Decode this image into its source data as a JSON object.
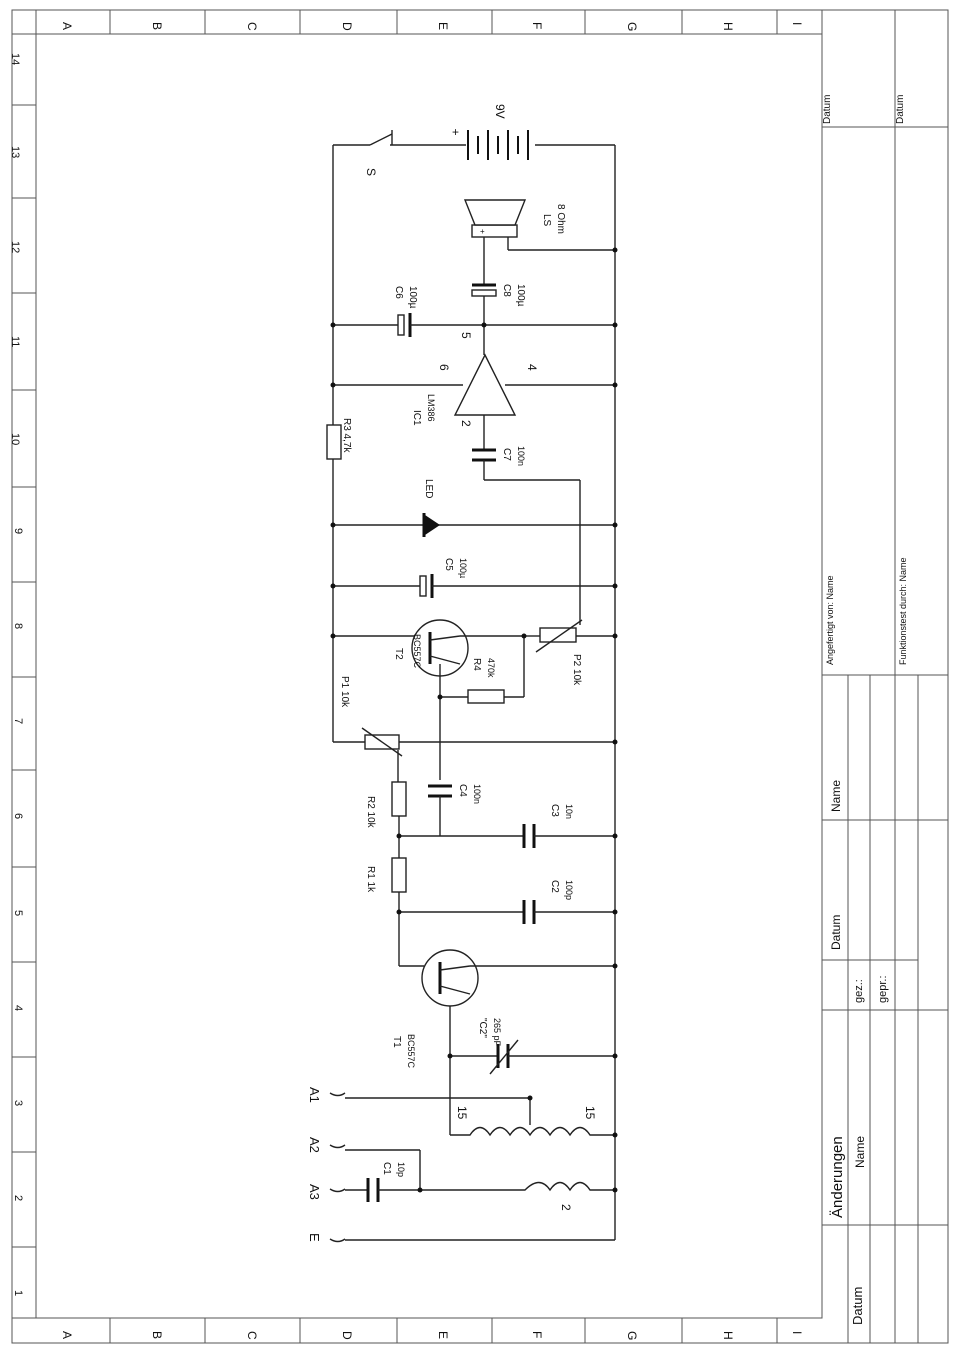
{
  "frame": {
    "columns": [
      "A",
      "B",
      "C",
      "D",
      "E",
      "F",
      "G",
      "H",
      "I"
    ],
    "rows": [
      "1",
      "2",
      "3",
      "4",
      "5",
      "6",
      "7",
      "8",
      "9",
      "10",
      "11",
      "12",
      "13",
      "14"
    ]
  },
  "components": {
    "battery": "9V",
    "battery_plus": "+",
    "switch": "S",
    "ls_name": "LS",
    "ls_value": "8 Ohm",
    "c6": "C6",
    "c6_value": "100µ",
    "c8": "C8",
    "c8_value": "100µ",
    "ic1": "IC1",
    "ic1_type": "LM386",
    "pin5": "5",
    "pin6": "6",
    "pin4": "4",
    "pin2": "2",
    "c7": "C7",
    "c7_value": "100n",
    "r3": "R3 4,7k",
    "led": "LED",
    "c5": "C5",
    "c5_value": "100µ",
    "t2": "T2",
    "t2_type": "BC557C",
    "p1": "P1 10k",
    "r4": "R4",
    "r4_value": "470k",
    "p2": "P2 10k",
    "r2": "R2 10k",
    "c4": "C4",
    "c4_value": "100n",
    "c3": "C3",
    "c3_value": "10n",
    "r1": "R1 1k",
    "c2": "C2",
    "c2_value": "100p",
    "t1": "T1",
    "t1_type": "BC557C",
    "c2var": "\"C2\"",
    "c2var_value": "265 pF",
    "a1": "A1",
    "a2": "A2",
    "a3": "A3",
    "e": "E",
    "c1": "C1",
    "c1_value": "10p",
    "coil_15a": "15",
    "coil_15b": "15",
    "coil_2": "2"
  },
  "title_block": {
    "datum_top1": "Datum",
    "datum_top2": "Datum",
    "angefertigt": "Angefertigt von: Name",
    "funktionstest": "Funktionstest durch: Name",
    "name_header": "Name",
    "datum_header": "Datum",
    "gez": "gez.:",
    "gepr": "gepr.:",
    "aenderungen": "Änderungen",
    "aend_name": "Name",
    "aend_datum": "Datum"
  }
}
